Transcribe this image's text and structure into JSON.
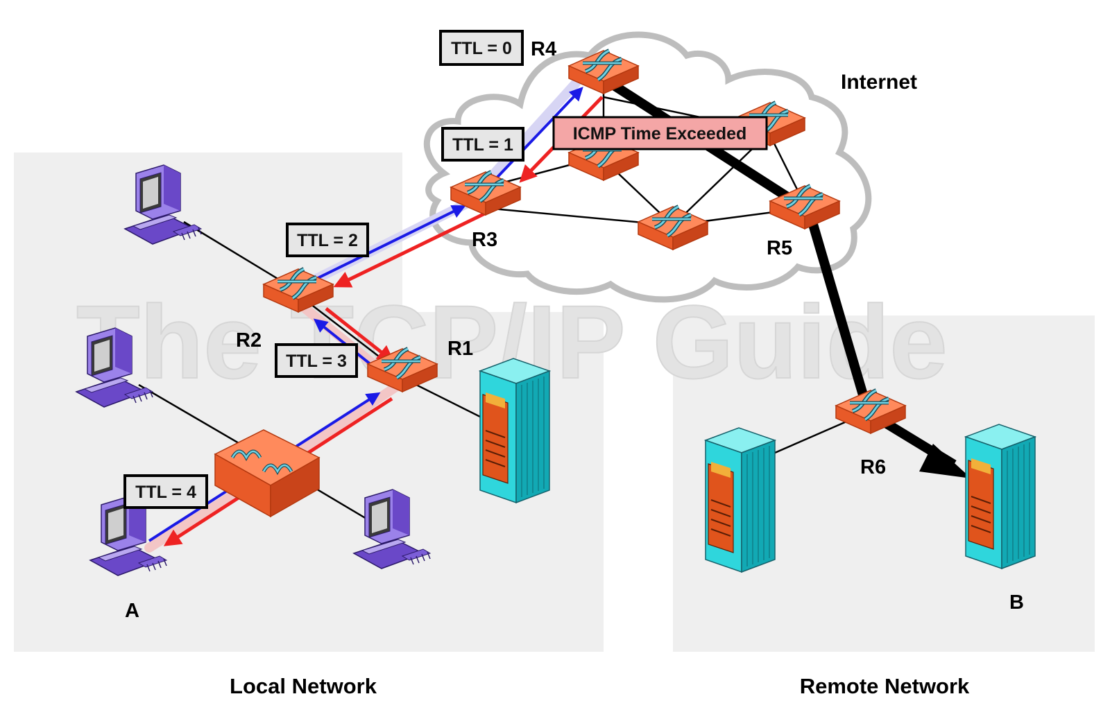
{
  "regions": {
    "local": "Local Network",
    "remote": "Remote Network",
    "internet": "Internet"
  },
  "nodes": {
    "a": "A",
    "b": "B",
    "r1": "R1",
    "r2": "R2",
    "r3": "R3",
    "r4": "R4",
    "r5": "R5",
    "r6": "R6"
  },
  "ttl_labels": {
    "ttl0": "TTL = 0",
    "ttl1": "TTL = 1",
    "ttl2": "TTL = 2",
    "ttl3": "TTL = 3",
    "ttl4": "TTL = 4"
  },
  "message": "ICMP Time Exceeded",
  "watermark": "The TCP/IP Guide",
  "colors": {
    "router": "#f46a3a",
    "router_dark": "#d04a1c",
    "router_symbol": "#6fd2e4",
    "computer": "#8d6ee0",
    "server": "#2fd6dc",
    "server_panel": "#e0541c",
    "forward_path": "#1a1ae6",
    "return_path": "#ee2222",
    "region_bg": "#efefef",
    "cloud_stroke": "#bdbdbd"
  }
}
